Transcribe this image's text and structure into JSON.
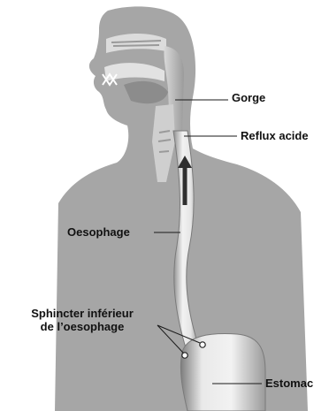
{
  "labels": {
    "gorge": "Gorge",
    "reflux": "Reflux acide",
    "oesophage": "Oesophage",
    "sphincter_line1": "Sphincter inférieur",
    "sphincter_line2": "de l’oesophage",
    "estomac": "Estomac"
  },
  "colors": {
    "body": "#a6a6a6",
    "tube": "#ececec",
    "tube_shadow": "#8a8a8a",
    "arrow": "#2f2f2f",
    "line": "#1a1a1a",
    "text": "#111111"
  }
}
